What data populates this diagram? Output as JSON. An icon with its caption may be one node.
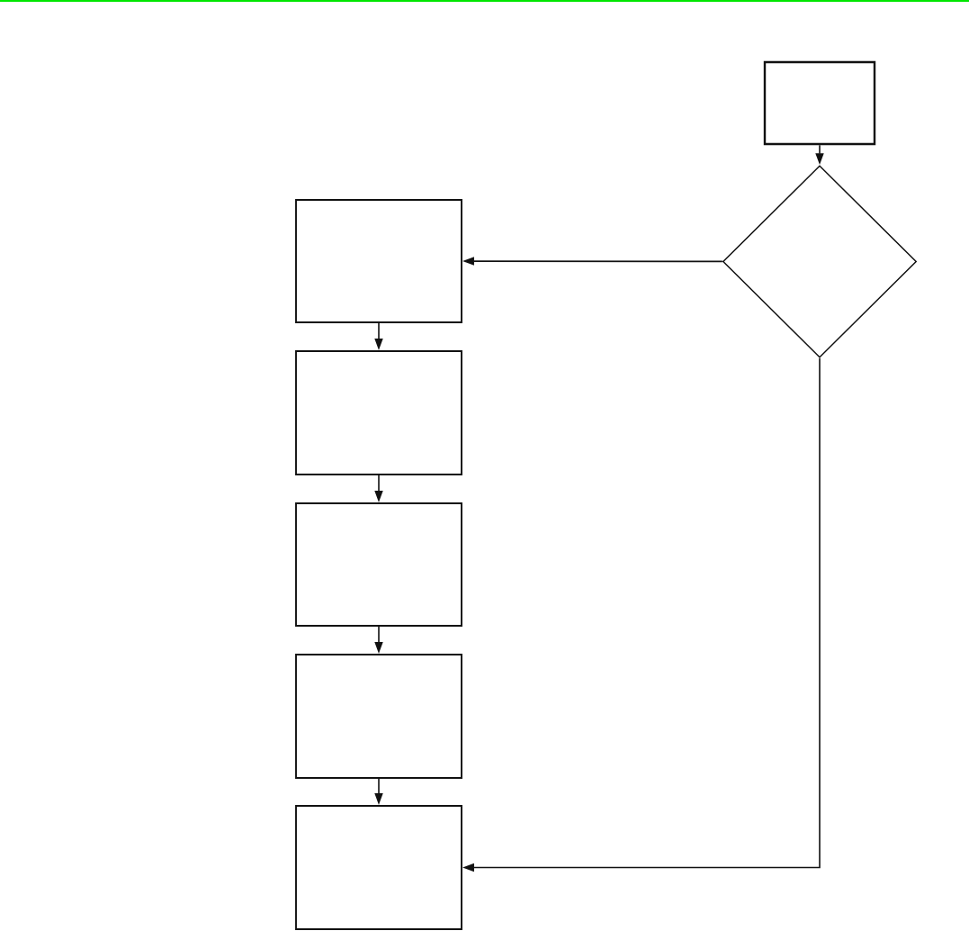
{
  "diagram": {
    "nodes": [
      {
        "text": [],
        "shape": "box"
      },
      {
        "text": [],
        "shape": "diamond"
      },
      {
        "text": [],
        "shape": "box"
      },
      {
        "text": [],
        "shape": "box"
      },
      {
        "text": [],
        "shape": "box"
      },
      {
        "text": [],
        "shape": "box"
      },
      {
        "text": [],
        "shape": "box"
      }
    ],
    "edges": [
      {
        "from": 0,
        "to": 1,
        "arrow": "to"
      },
      {
        "from": 1,
        "to": 2,
        "arrow": "to"
      },
      {
        "from": 2,
        "to": 3,
        "arrow": "to"
      },
      {
        "from": 3,
        "to": 4,
        "arrow": "to"
      },
      {
        "from": 4,
        "to": 5,
        "arrow": "to"
      },
      {
        "from": 5,
        "to": 6,
        "arrow": "to"
      },
      {
        "from": 1,
        "to": 6,
        "arrow": "to"
      }
    ]
  }
}
